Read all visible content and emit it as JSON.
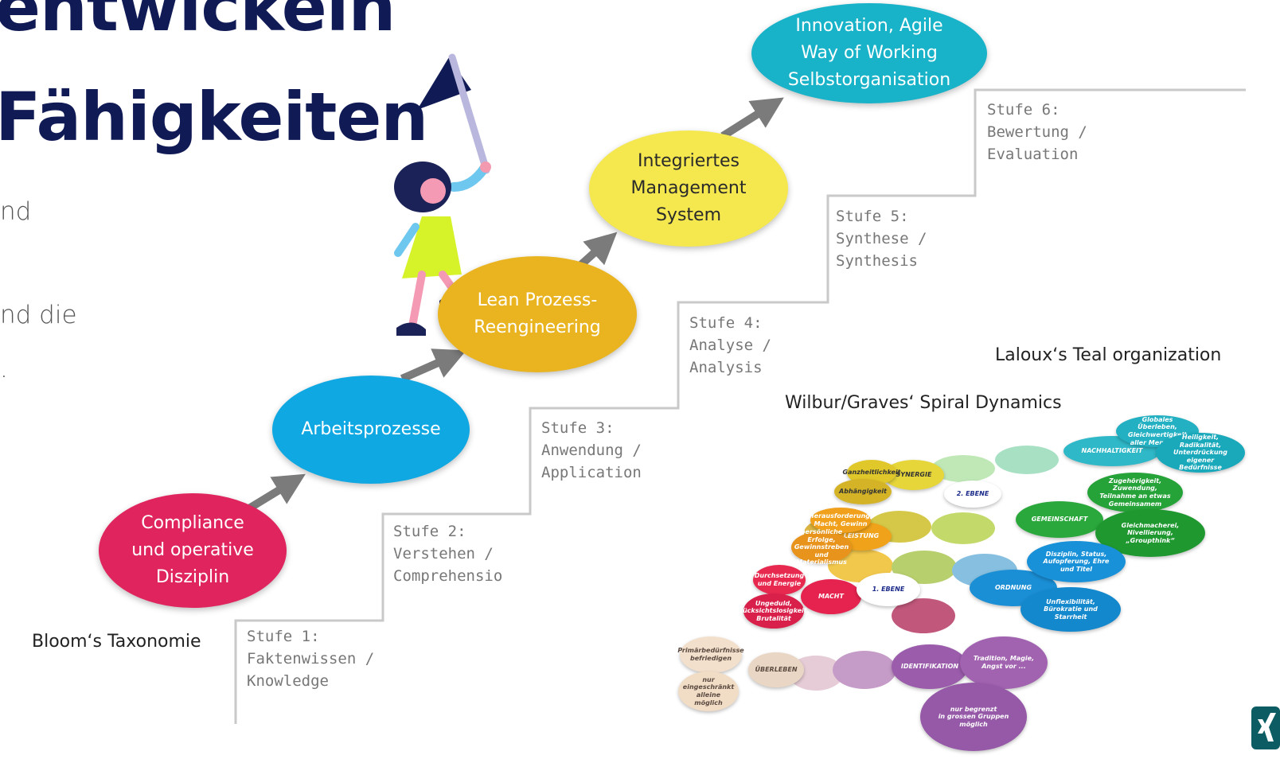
{
  "title": {
    "line1": "entwickeln",
    "line2": "Fähigkeiten"
  },
  "fragments": [
    "nd",
    "nd die",
    "."
  ],
  "bubbles": [
    {
      "text": "Compliance\nund operative\nDisziplin",
      "color": "#e0245e",
      "text_color": "#ffffff"
    },
    {
      "text": "Arbeitsprozesse",
      "color": "#10a8e2",
      "text_color": "#ffffff"
    },
    {
      "text": "Lean Prozess-\nReengineering",
      "color": "#e9b41f",
      "text_color": "#ffffff"
    },
    {
      "text": "Integriertes\nManagement\nSystem",
      "color": "#f5e84f",
      "text_color": "#2a2a2a"
    },
    {
      "text": "Innovation, Agile\nWay of Working\nSelbstorganisation",
      "color": "#18b3c8",
      "text_color": "#ffffff"
    }
  ],
  "steps": [
    "Stufe 1:\nFaktenwissen /\nKnowledge",
    "Stufe 2:\nVerstehen /\nComprehensio",
    "Stufe 3:\nAnwendung /\nApplication",
    "Stufe 4:\nAnalyse /\nAnalysis",
    "Stufe 5:\nSynthese /\nSynthesis",
    "Stufe 6:\nBewertung /\nEvaluation"
  ],
  "captions": {
    "bloom": "Bloom‘s Taxonomie",
    "laloux": "Laloux‘s Teal organization",
    "spiral": "Wilbur/Graves‘ Spiral Dynamics"
  },
  "spiral_ovals": [
    {
      "text": "NACHHALTIGKEIT",
      "color": "#2fb8c8"
    },
    {
      "text": "Globales\nÜberleben,\nGleichwertigkeit\naller Menschen",
      "color": "#22b0c2"
    },
    {
      "text": "Heiligkeit,\nRadikalität,\nUnterdrückung\neigener\nBedürfnisse",
      "color": "#1aa8bb"
    },
    {
      "text": "SYNERGIE",
      "color": "#e6d63a"
    },
    {
      "text": "Ganzheitlichkeit",
      "color": "#e1c82a"
    },
    {
      "text": "Abhängigkeit",
      "color": "#d4b426"
    },
    {
      "text": "2. EBENE",
      "color": "#ffffff"
    },
    {
      "text": "GEMEINSCHAFT",
      "color": "#2aa83c"
    },
    {
      "text": "Zugehörigkeit,\nZuwendung,\nTeilnahme an etwas\nGemeinsamem",
      "color": "#25a238"
    },
    {
      "text": "Gleichmacherei,\nNivellierung,\n„Groupthink“",
      "color": "#1f9830"
    },
    {
      "text": "LEISTUNG",
      "color": "#efa21a"
    },
    {
      "text": "Herausforderung,\nMacht, Gewinn",
      "color": "#f0a01a"
    },
    {
      "text": "persönliche Erfolge,\nGewinnstreben und\nMaterialismus",
      "color": "#e8941c"
    },
    {
      "text": "MACHT",
      "color": "#e5234e"
    },
    {
      "text": "Durchsetzung\nund Energie",
      "color": "#e8294f"
    },
    {
      "text": "Ungeduld,\nRücksichtslosigkeit,\nBrutalität",
      "color": "#d8204a"
    },
    {
      "text": "1. EBENE",
      "color": "#ffffff"
    },
    {
      "text": "ORDNUNG",
      "color": "#1a8fd6"
    },
    {
      "text": "Disziplin, Status,\nAufopferung, Ehre\nund Titel",
      "color": "#1991d8"
    },
    {
      "text": "Unflexibilität,\nBürokratie und\nStarrheit",
      "color": "#1488cc"
    },
    {
      "text": "ÜBERLEBEN",
      "color": "#ead6c4"
    },
    {
      "text": "Primärbedürfnisse\nbefriedigen",
      "color": "#f3e0cc"
    },
    {
      "text": "nur eingeschränkt\nalleine möglich",
      "color": "#f1dcc6"
    },
    {
      "text": "IDENTIFIKATION",
      "color": "#9a5cab"
    },
    {
      "text": "Tradition, Magie,\nAngst vor ...",
      "color": "#a162b0"
    },
    {
      "text": "nur begrenzt\nin grossen Gruppen\nmöglich",
      "color": "#9659a8"
    }
  ],
  "icons": {
    "figure": "flag-girl-icon",
    "logo": "xing-logo-icon"
  }
}
